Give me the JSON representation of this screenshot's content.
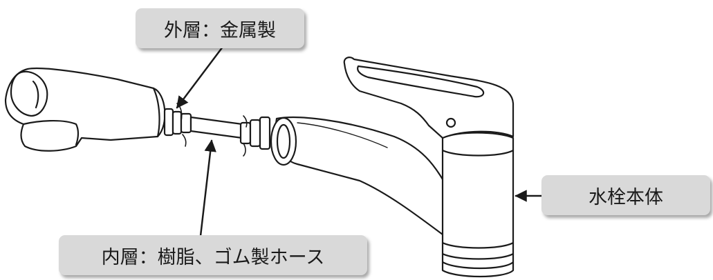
{
  "labels": {
    "outer_layer": "外層：金属製",
    "faucet_body": "水栓本体",
    "inner_layer": "内層：樹脂、ゴム製ホース"
  },
  "colors": {
    "callout_fill": "#d9d9d9",
    "line": "#1a1a1a"
  }
}
